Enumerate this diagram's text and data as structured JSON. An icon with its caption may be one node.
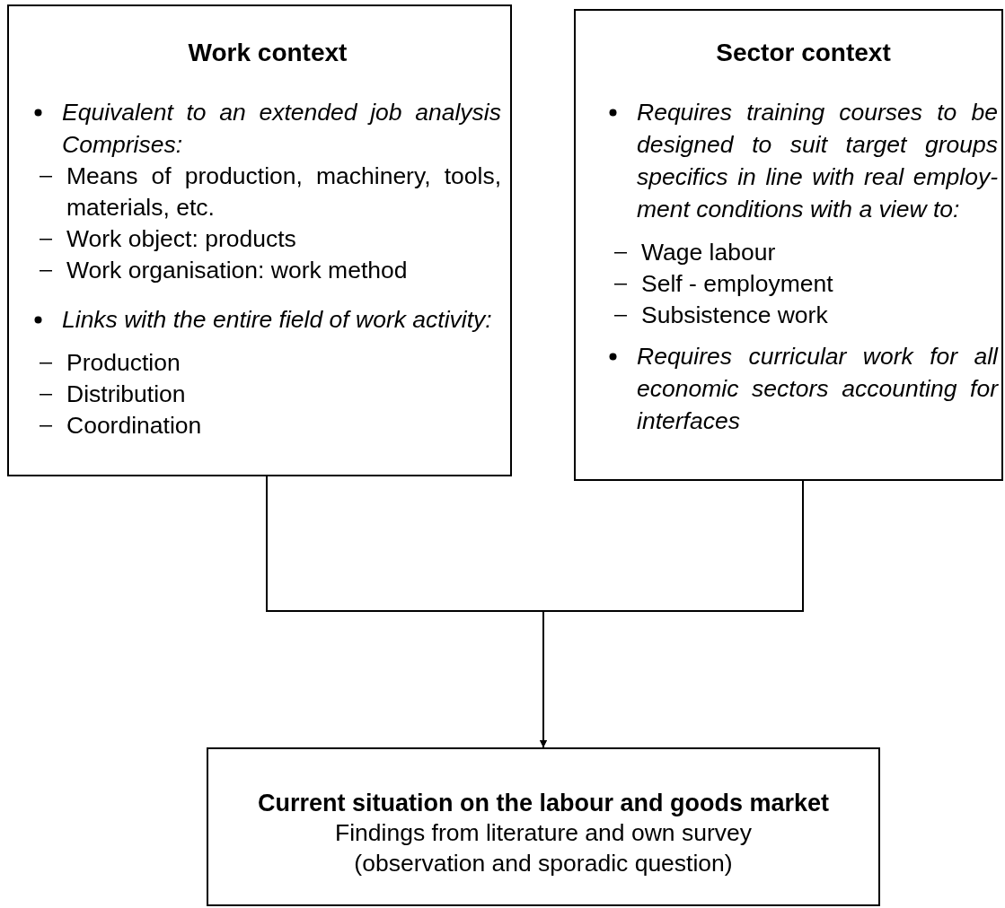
{
  "diagram": {
    "nodes": [
      {
        "text": [
          "Work context",
          "Equivalent to an extended job analysis Comprises:",
          "Means of production, machinery, tools, materials, etc.",
          "Work object: products",
          "Work organisation: work method",
          "Links with the entire field of work activity:",
          "Production",
          "Distribution",
          "Coordination"
        ]
      },
      {
        "text": [
          "Sector context",
          "Requires training courses to be designed to suit target groups specifics in line with real employ-ment conditions with a view to:",
          "Wage labour",
          "Self - employment",
          "Subsistence work",
          "Requires curricular work for all economic sectors accounting for interfaces"
        ]
      },
      {
        "text": [
          "Current situation on the labour and goods market",
          "Findings from literature and own survey",
          "(observation and sporadic question)"
        ]
      }
    ],
    "edges": [
      {
        "from": 0,
        "to": 2,
        "arrow": "to"
      },
      {
        "from": 1,
        "to": 2,
        "arrow": "to"
      }
    ]
  }
}
